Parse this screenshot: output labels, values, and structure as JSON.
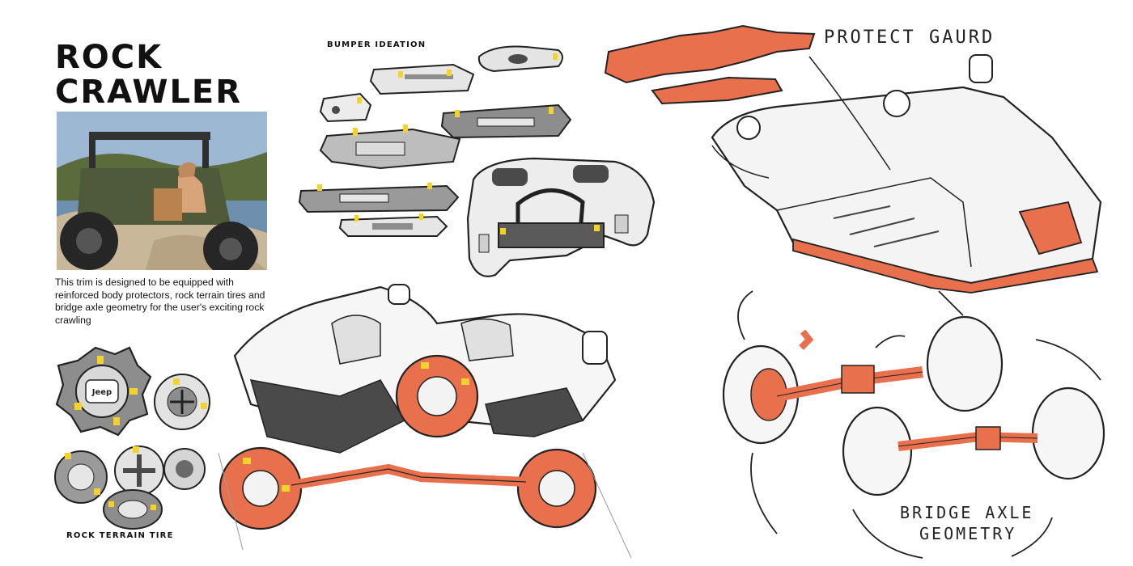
{
  "page": {
    "title_line1": "ROCK",
    "title_line2": "CRAWLER",
    "description": "This trim is designed to be equipped with reinforced body protectors, rock terrain tires and bridge axle geometry for the user's exciting rock crawling",
    "labels": {
      "bumper": "BUMPER IDEATION",
      "tire": "ROCK TERRAIN TIRE",
      "protect": "PROTECT GAURD",
      "axle_line1": "BRIDGE AXLE",
      "axle_line2": "GEOMETRY"
    },
    "badge_text": "Jeep"
  },
  "colors": {
    "accent_orange": "#e8704d",
    "sketch_gray": "#8d8d8d",
    "dark_gray": "#4a4a4a",
    "highlight_yellow": "#f2d22e",
    "ink": "#1a1a1a"
  }
}
